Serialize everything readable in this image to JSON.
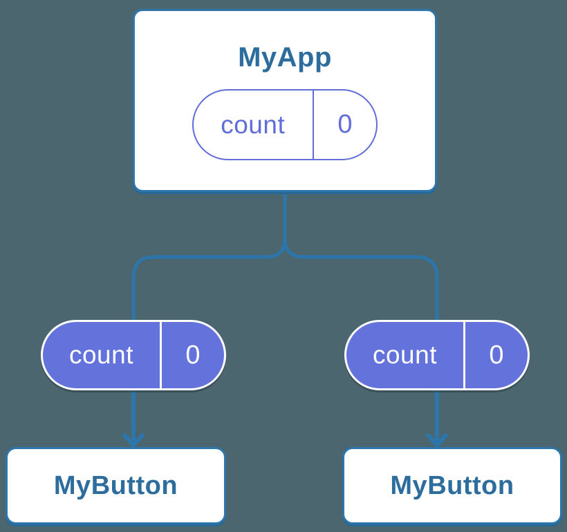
{
  "colors": {
    "bg": "#4b666e",
    "line-blue": "#2d76ab",
    "edge-blue": "#276896",
    "text-blue": "#2c6d9e",
    "purple-line": "#5f6cd9",
    "purple-fill": "#6473db",
    "white": "#ffffff"
  },
  "root_node": {
    "label": "MyApp",
    "state_name": "count",
    "state_value": "0"
  },
  "children": [
    {
      "label": "MyButton",
      "prop_name": "count",
      "prop_value": "0"
    },
    {
      "label": "MyButton",
      "prop_name": "count",
      "prop_value": "0"
    }
  ]
}
